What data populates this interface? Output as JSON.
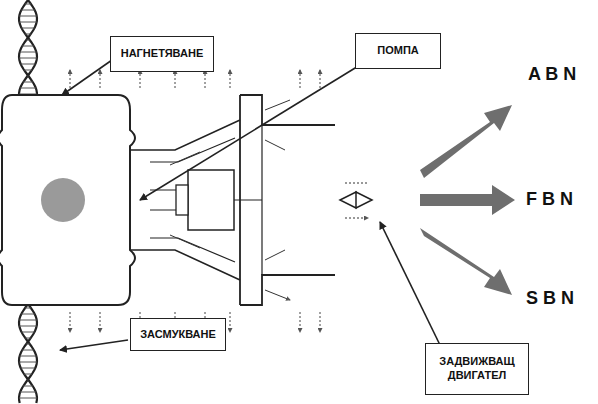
{
  "diagram": {
    "nodes": [
      {
        "text": [
          "НАГНЕТЯВАНЕ"
        ]
      },
      {
        "text": [
          "ПОМПА"
        ]
      },
      {
        "text": [
          "ЗАСМУКВАНЕ"
        ]
      },
      {
        "text": [
          "ЗАДВИЖВАЩ ДВИГАТЕЛ"
        ]
      }
    ],
    "labels": [
      "A B N",
      "F B N",
      "S B N"
    ]
  }
}
